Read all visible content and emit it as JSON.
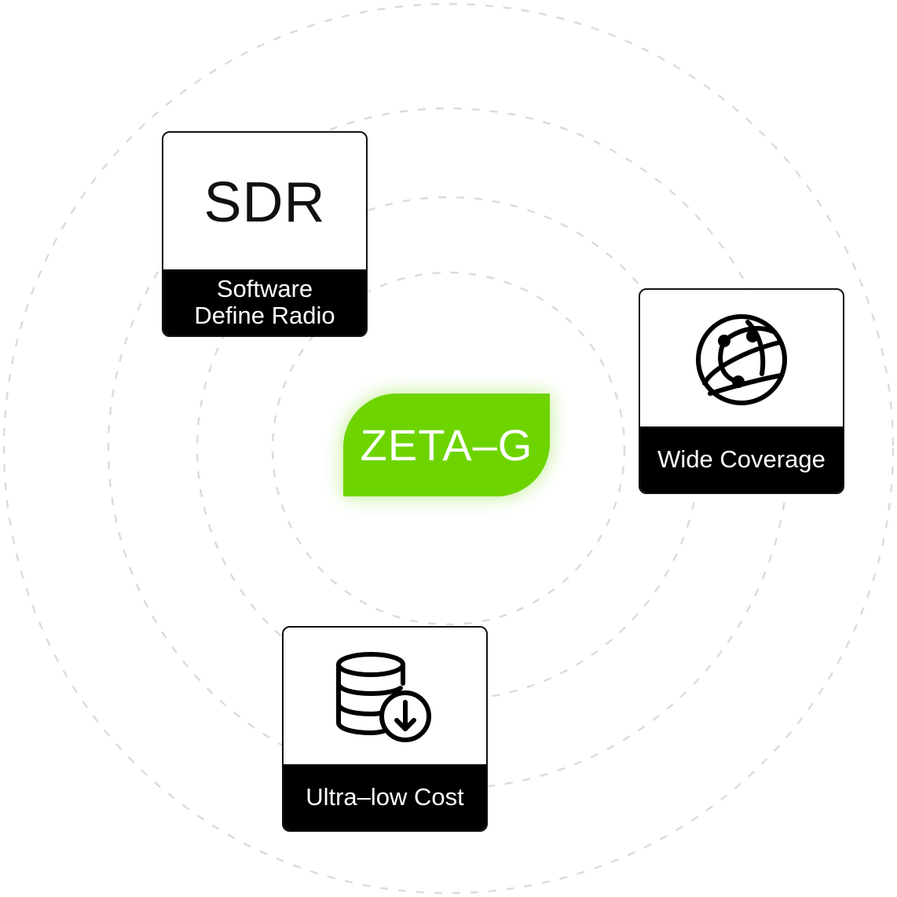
{
  "center": {
    "label": "ZETA–G",
    "color": "#6dd400"
  },
  "cards": {
    "sdr": {
      "title": "SDR",
      "line1": "Software",
      "line2": "Define Radio"
    },
    "coverage": {
      "icon": "globe-network-icon",
      "label": "Wide Coverage"
    },
    "cost": {
      "icon": "database-download-icon",
      "label": "Ultra–low Cost"
    }
  },
  "colors": {
    "ring": "#d8d8d8",
    "card_border": "#111111",
    "card_caption_bg": "#000000"
  }
}
